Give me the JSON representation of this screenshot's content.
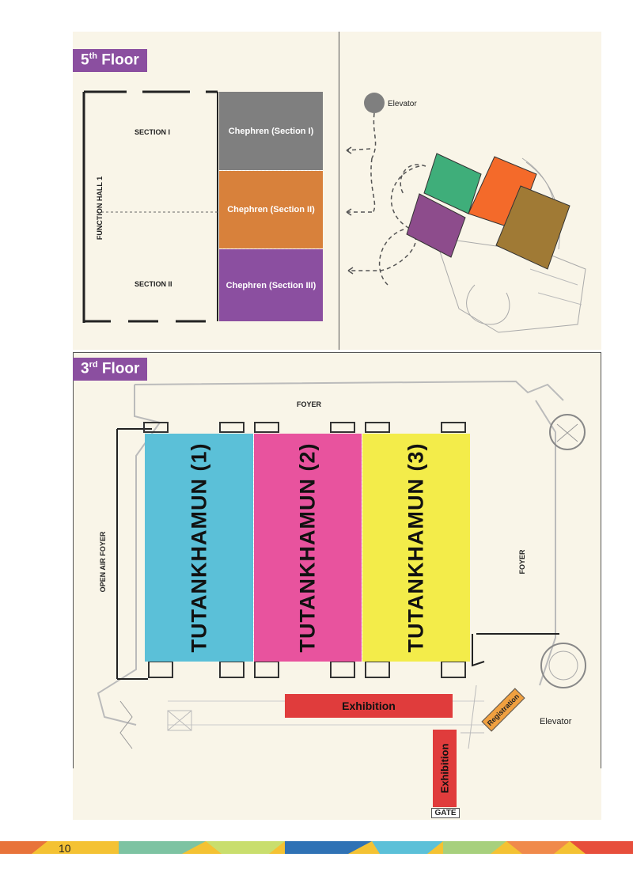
{
  "floor5": {
    "badge_main": "5",
    "badge_sup": "th",
    "badge_text": "Floor",
    "section1": "SECTION I",
    "section2": "SECTION II",
    "function_hall": "FUNCTION HALL 1",
    "rooms": [
      "Chephren (Section I)",
      "Chephren (Section II)",
      "Chephren (Section III)"
    ],
    "room_colors": [
      "#7f7f7f",
      "#d8813b",
      "#8b4fa0"
    ],
    "elevator": "Elevator",
    "mini_colors": [
      "#3fae7a",
      "#f46a2a",
      "#8d4c8c",
      "#a07a35"
    ]
  },
  "floor3": {
    "badge_main": "3",
    "badge_sup": "rd",
    "badge_text": "Floor",
    "foyer_top": "FOYER",
    "foyer_right": "FOYER",
    "open_air_foyer": "OPEN AIR FOYER",
    "halls": [
      "TUTANKHAMUN (1)",
      "TUTANKHAMUN (2)",
      "TUTANKHAMUN (3)"
    ],
    "hall_colors": [
      "#5bc0d8",
      "#e8539e",
      "#f3ec4a"
    ],
    "exhibition_main": "Exhibition",
    "exhibition_side": "Exhibition",
    "gate": "GATE",
    "registration": "Registration",
    "elevator": "Elevator"
  },
  "footer": {
    "page_number": "10"
  }
}
